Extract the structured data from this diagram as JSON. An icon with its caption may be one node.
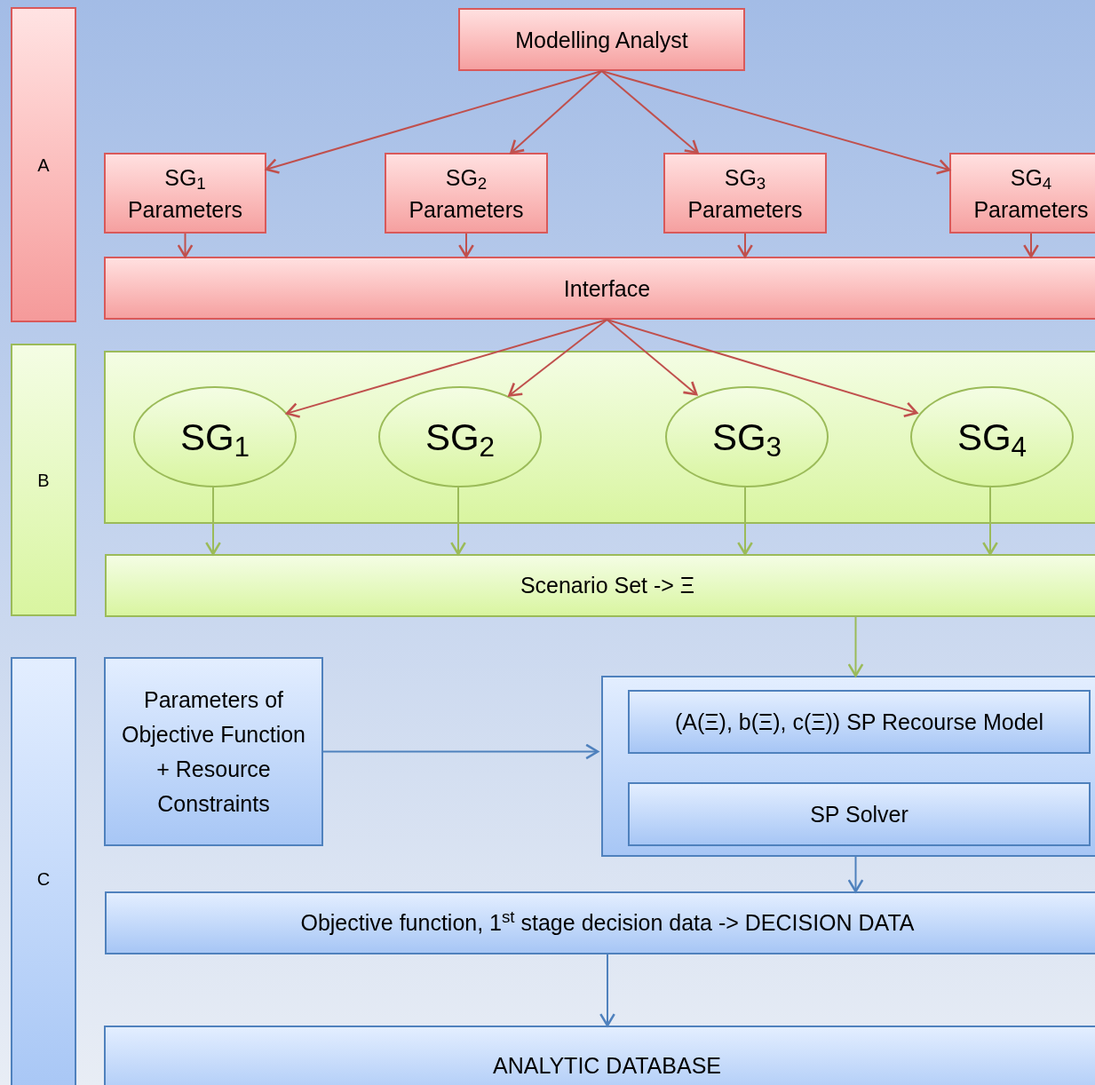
{
  "diagram": {
    "nodes": [
      {
        "text": [
          "A"
        ]
      },
      {
        "text": [
          "B"
        ]
      },
      {
        "text": [
          "C"
        ]
      },
      {
        "text": [
          "Modelling Analyst"
        ]
      },
      {
        "text": [
          "SG$_{1}$ Parameters"
        ]
      },
      {
        "text": [
          "SG$_{2}$ Parameters"
        ]
      },
      {
        "text": [
          "SG$_{3}$ Parameters"
        ]
      },
      {
        "text": [
          "SG$_{4}$ Parameters"
        ]
      },
      {
        "text": [
          "Interface"
        ]
      },
      {
        "text": [],
        "shape": "box"
      },
      {
        "text": [
          "SG$_{1}$"
        ],
        "in": 9
      },
      {
        "text": [
          "SG$_{2}$"
        ],
        "in": 9
      },
      {
        "text": [
          "SG$_{3}$"
        ],
        "in": 9
      },
      {
        "text": [
          "SG$_{4}$"
        ],
        "in": 9
      },
      {
        "text": [
          "Scenario Set -> Ξ"
        ]
      },
      {
        "text": [
          "Parameters of Objective Function + Resource Constraints"
        ]
      },
      {
        "text": [],
        "shape": "box"
      },
      {
        "text": [
          "(A(Ξ), b(Ξ), c(Ξ)) SP Recourse Model"
        ],
        "in": 16
      },
      {
        "text": [
          "SP Solver"
        ],
        "in": 16
      },
      {
        "text": [
          "Objective function, 1$^{st}$ stage decision data -> DECISION DATA"
        ]
      },
      {
        "text": [
          "ANALYTIC DATABASE"
        ]
      }
    ],
    "edges": [
      {
        "from": 3,
        "to": 4,
        "arrow": "to"
      },
      {
        "from": 3,
        "to": 5,
        "arrow": "to"
      },
      {
        "from": 3,
        "to": 6,
        "arrow": "to"
      },
      {
        "from": 3,
        "to": 7,
        "arrow": "to"
      },
      {
        "from": 4,
        "to": 8,
        "arrow": "to"
      },
      {
        "from": 5,
        "to": 8,
        "arrow": "to"
      },
      {
        "from": 6,
        "to": 8,
        "arrow": "to"
      },
      {
        "from": 7,
        "to": 8,
        "arrow": "to"
      },
      {
        "from": 8,
        "to": 10,
        "arrow": "to"
      },
      {
        "from": 8,
        "to": 11,
        "arrow": "to"
      },
      {
        "from": 8,
        "to": 12,
        "arrow": "to"
      },
      {
        "from": 8,
        "to": 13,
        "arrow": "to"
      },
      {
        "from": 10,
        "to": 14,
        "arrow": "to",
        "color": "#9bbb59"
      },
      {
        "from": 11,
        "to": 14,
        "arrow": "to",
        "color": "#9bbb59"
      },
      {
        "from": 12,
        "to": 14,
        "arrow": "to",
        "color": "#9bbb59"
      },
      {
        "from": 13,
        "to": 14,
        "arrow": "to",
        "color": "#9bbb59"
      },
      {
        "from": 14,
        "to": 16,
        "arrow": "to",
        "color": "#9bbb59"
      },
      {
        "from": 15,
        "to": 16,
        "arrow": "to",
        "color": "#4f81bd"
      },
      {
        "from": 16,
        "to": 19,
        "arrow": "to",
        "color": "#4f81bd"
      },
      {
        "from": 19,
        "to": 20,
        "arrow": "to",
        "color": "#4f81bd"
      }
    ]
  }
}
